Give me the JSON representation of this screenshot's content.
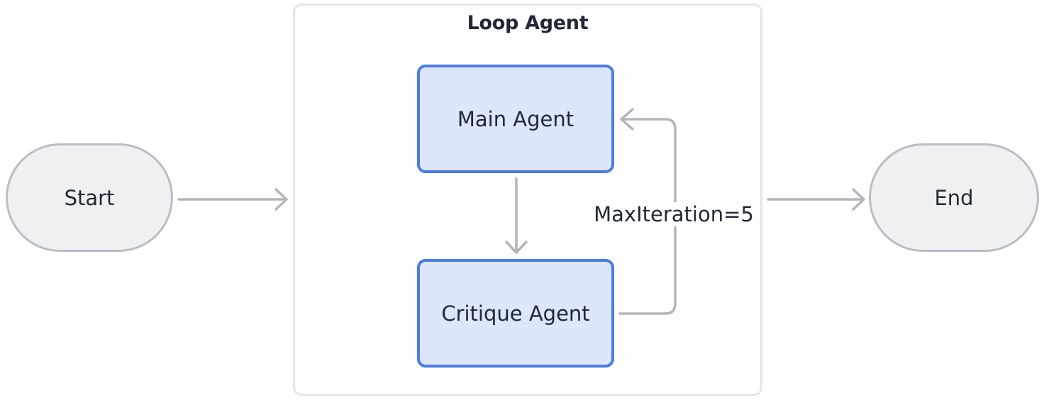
{
  "diagram": {
    "container": {
      "title": "Loop Agent"
    },
    "nodes": {
      "start": {
        "label": "Start"
      },
      "main": {
        "label": "Main Agent"
      },
      "critique": {
        "label": "Critique Agent"
      },
      "end": {
        "label": "End"
      }
    },
    "edges": {
      "loop_label": "MaxIteration=5"
    },
    "colors": {
      "agent_fill": "#dce7fb",
      "agent_border": "#4b7ce9",
      "terminal_fill": "#eef0f2",
      "terminal_border": "#b9bdc4",
      "container_border": "#e5e6e9",
      "edge": "#b2b6bc",
      "text": "#222837"
    }
  }
}
